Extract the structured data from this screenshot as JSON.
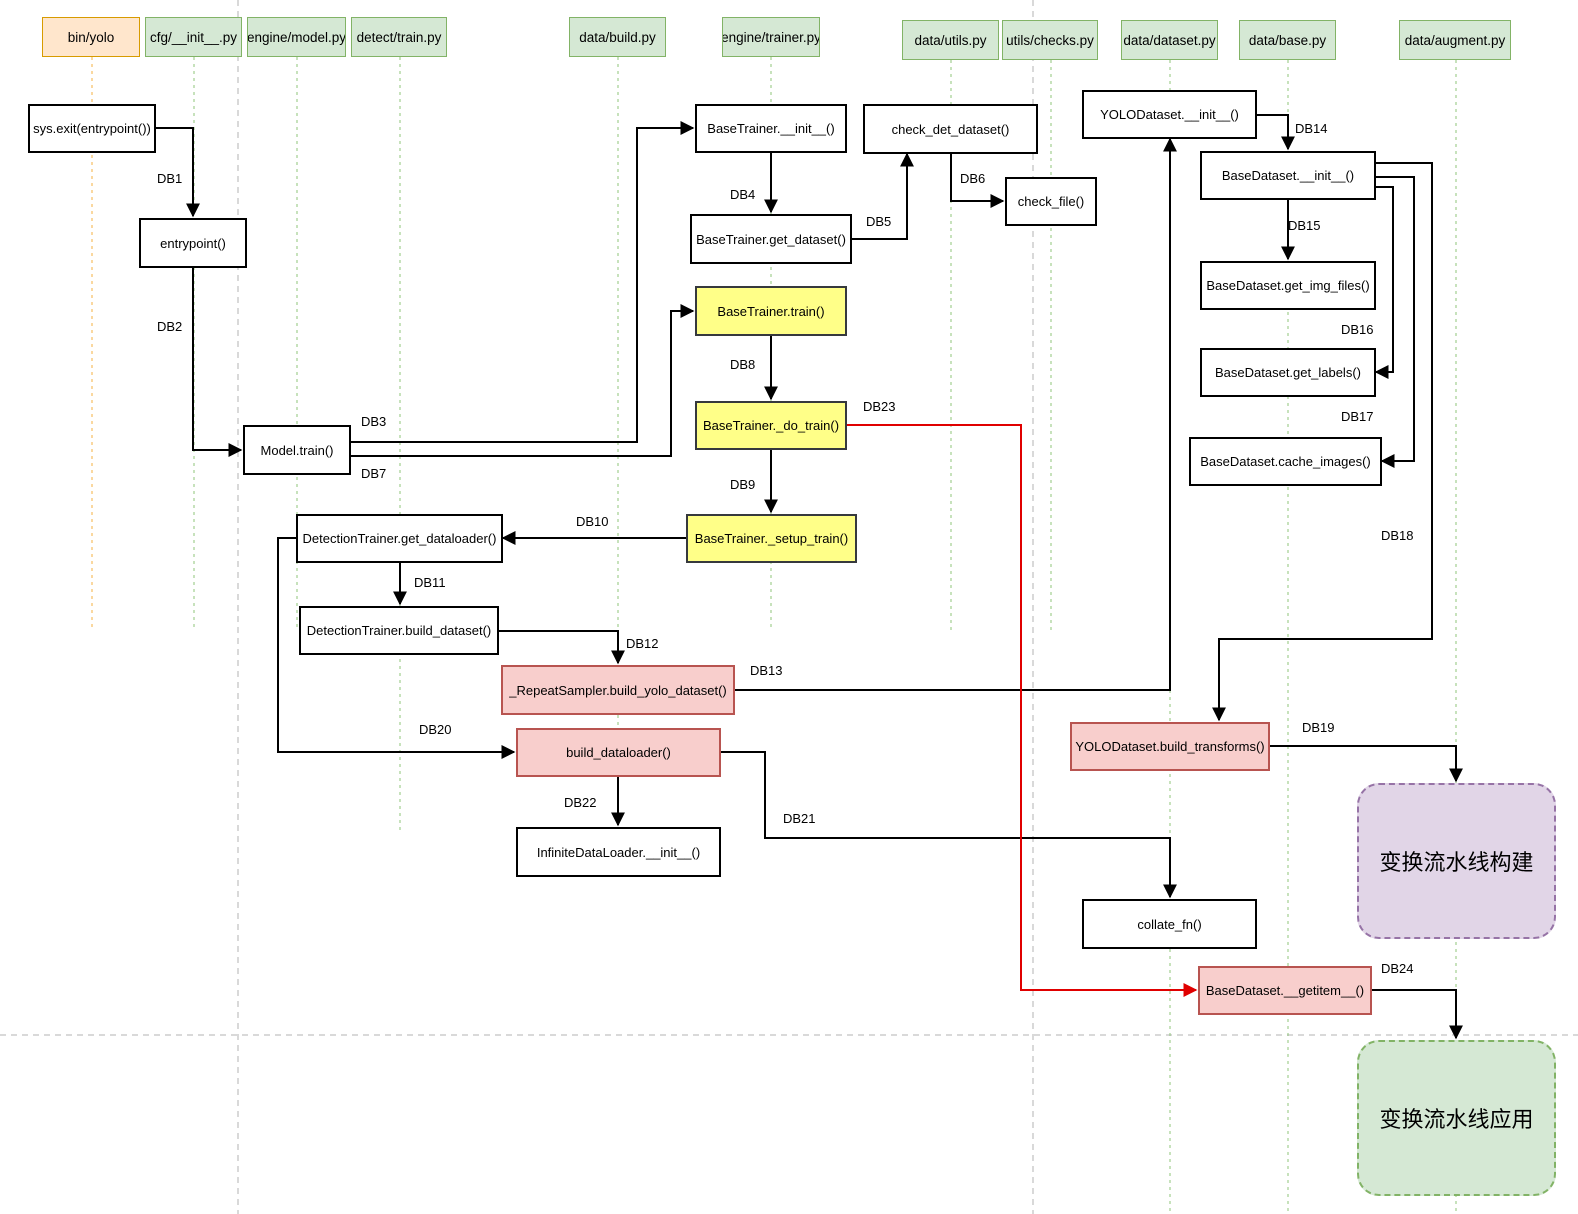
{
  "lifelines": {
    "bin_yolo": "bin/yolo",
    "cfg_init": "cfg/__init__.py",
    "engine_model": "engine/model.py",
    "detect_train": "detect/train.py",
    "data_build": "data/build.py",
    "engine_trainer": "engine/trainer.py",
    "data_utils": "data/utils.py",
    "utils_checks": "utils/checks.py",
    "data_dataset": "data/dataset.py",
    "data_base": "data/base.py",
    "data_augment": "data/augment.py"
  },
  "nodes": {
    "sys_exit": "sys.exit(entrypoint())",
    "entrypoint": "entrypoint()",
    "model_train": "Model.train()",
    "trainer_init": "BaseTrainer.__init__()",
    "trainer_get_dataset": "BaseTrainer.get_dataset()",
    "check_det_dataset": "check_det_dataset()",
    "check_file": "check_file()",
    "trainer_train": "BaseTrainer.train()",
    "trainer_do_train": "BaseTrainer._do_train()",
    "trainer_setup_train": "BaseTrainer._setup_train()",
    "det_get_dataloader": "DetectionTrainer.get_dataloader()",
    "det_build_dataset": "DetectionTrainer.build_dataset()",
    "repeat_build_yolo": "_RepeatSampler.build_yolo_dataset()",
    "build_dataloader": "build_dataloader()",
    "infinite_dl_init": "InfiniteDataLoader.__init__()",
    "yolo_dataset_init": "YOLODataset.__init__()",
    "base_dataset_init": "BaseDataset.__init__()",
    "base_get_img_files": "BaseDataset.get_img_files()",
    "base_get_labels": "BaseDataset.get_labels()",
    "base_cache_images": "BaseDataset.cache_images()",
    "yolo_build_transforms": "YOLODataset.build_transforms()",
    "collate_fn": "collate_fn()",
    "base_getitem": "BaseDataset.__getitem__()",
    "group_build": "变换流水线构建",
    "group_apply": "变换流水线应用"
  },
  "edge_labels": {
    "db1": "DB1",
    "db2": "DB2",
    "db3": "DB3",
    "db4": "DB4",
    "db5": "DB5",
    "db6": "DB6",
    "db7": "DB7",
    "db8": "DB8",
    "db9": "DB9",
    "db10": "DB10",
    "db11": "DB11",
    "db12": "DB12",
    "db13": "DB13",
    "db14": "DB14",
    "db15": "DB15",
    "db16": "DB16",
    "db17": "DB17",
    "db18": "DB18",
    "db19": "DB19",
    "db20": "DB20",
    "db21": "DB21",
    "db22": "DB22",
    "db23": "DB23",
    "db24": "DB24"
  },
  "colors": {
    "header_fill": "#d5e8d4",
    "header_stroke": "#82b366",
    "header_orange_fill": "#ffe6cc",
    "header_orange_stroke": "#d79b00",
    "highlight_yellow": "#ffff88",
    "highlight_red": "#f8cecc",
    "red_stroke": "#b85450",
    "purple_fill": "#e1d5e7",
    "purple_stroke": "#9673a6",
    "red_edge": "#e00000"
  }
}
